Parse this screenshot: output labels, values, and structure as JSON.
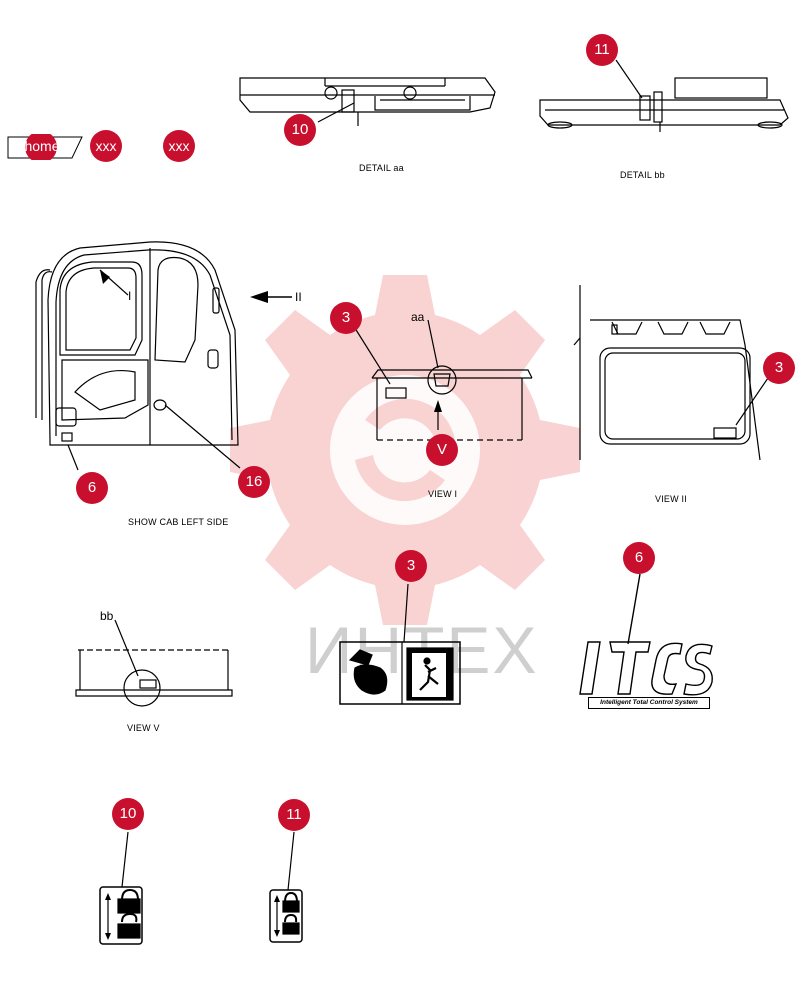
{
  "nav": {
    "home_label": "home",
    "crumb_1": "xxx",
    "crumb_2": "xxx"
  },
  "captions": {
    "detail_aa": "DETAIL aa",
    "detail_bb": "DETAIL bb",
    "show_cab": "SHOW CAB LEFT SIDE",
    "view_i": "VIEW I",
    "view_ii": "VIEW II",
    "view_v": "VIEW V"
  },
  "labels": {
    "view_i_marker": "I",
    "view_ii_marker": "II",
    "aa": "aa",
    "bb": "bb",
    "v": "V"
  },
  "callouts": {
    "c10_top": "10",
    "c11_top": "11",
    "c3_view_i": "3",
    "c6_cab": "6",
    "c16_cab": "16",
    "c3_view_ii": "3",
    "c3_decal": "3",
    "c6_logo": "6",
    "c10_decal": "10",
    "c11_decal": "11"
  },
  "logo": {
    "letters": "ITCS",
    "subtitle": "Intelligent Total Control System"
  },
  "watermark": "ИНТЕХ",
  "colors": {
    "callout": "#c8102e",
    "watermark": "#f4b6b6"
  }
}
